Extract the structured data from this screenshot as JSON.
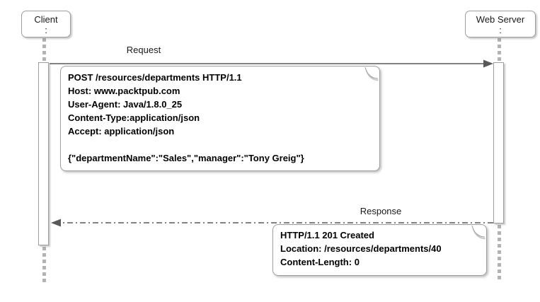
{
  "actors": {
    "client": {
      "label": "Client",
      "colon": ":"
    },
    "server": {
      "label": "Web Server",
      "colon": ":"
    }
  },
  "messages": {
    "request": {
      "label": "Request"
    },
    "response": {
      "label": "Response"
    }
  },
  "notes": {
    "request": {
      "lines": [
        "POST /resources/departments HTTP/1.1",
        "Host: www.packtpub.com",
        "User-Agent: Java/1.8.0_25",
        "Content-Type:application/json",
        "Accept: application/json",
        "",
        "{\"departmentName\":\"Sales\",\"manager\":\"Tony Greig\"}"
      ]
    },
    "response": {
      "lines": [
        "HTTP/1.1 201 Created",
        "Location: /resources/departments/40",
        "Content-Length: 0"
      ]
    }
  },
  "colors": {
    "box_border": "#9e9e9e",
    "lifeline": "#b3b3b3",
    "arrow": "#595959",
    "label_text": "#1a1a1a",
    "note_text": "#000000"
  }
}
